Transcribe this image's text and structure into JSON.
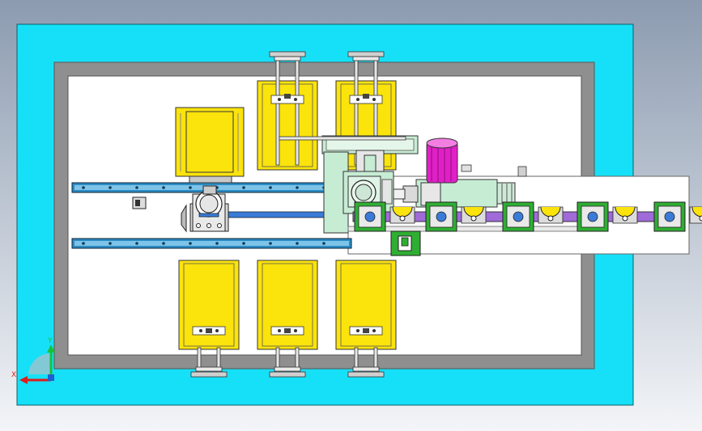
{
  "triad": {
    "x_label": "X",
    "y_label": "Y"
  },
  "colors": {
    "background_top": "#8c9bb0",
    "background_bottom": "#f3f5f8",
    "frame_outer": "#16e0f7",
    "frame_inner": "#8f8f8f",
    "table": "#ffffff",
    "cylinder_yellow": "#fbe30c",
    "rail_blue": "#2b8cc4",
    "fixture_green": "#2fae33",
    "conveyor_purple": "#a06ad8",
    "motor_magenta": "#e020c6",
    "machine_green": "#c7ecd4",
    "axis_x": "#e01b1b",
    "axis_y": "#18c23a",
    "axis_z": "#1d5fd0"
  },
  "components": {
    "top_cylinders": 2,
    "bottom_cylinders": 3,
    "conveyor_fixtures": 5
  }
}
